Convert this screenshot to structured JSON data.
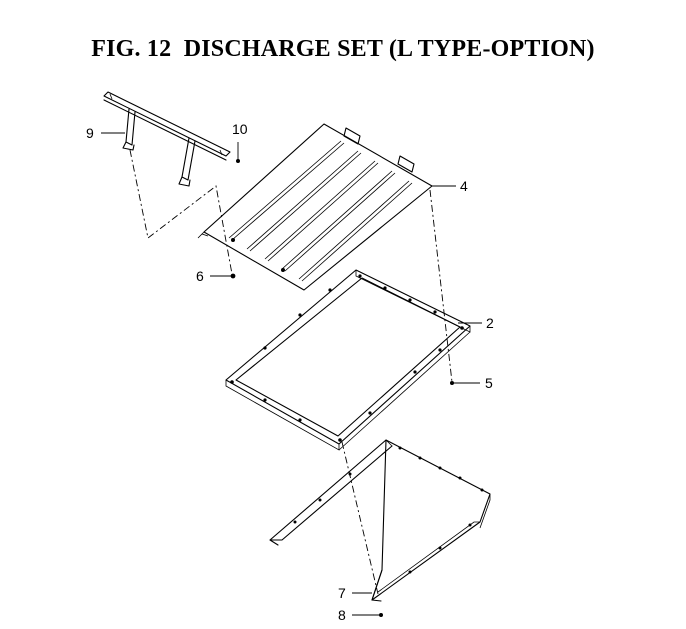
{
  "figure": {
    "title": "FIG. 12  DISCHARGE SET (L TYPE-OPTION)"
  },
  "callouts": [
    {
      "id": "9",
      "label": "9"
    },
    {
      "id": "10",
      "label": "10"
    },
    {
      "id": "4",
      "label": "4"
    },
    {
      "id": "6",
      "label": "6"
    },
    {
      "id": "2",
      "label": "2"
    },
    {
      "id": "5",
      "label": "5"
    },
    {
      "id": "7",
      "label": "7"
    },
    {
      "id": "8",
      "label": "8"
    }
  ]
}
